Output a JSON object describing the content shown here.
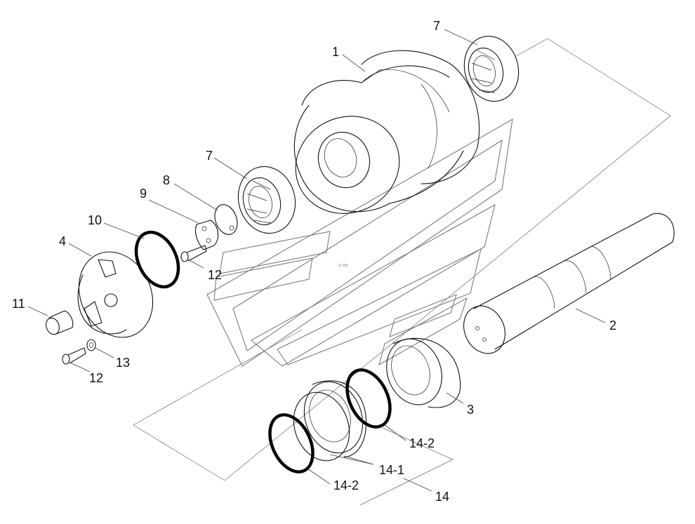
{
  "diagram": {
    "labels": {
      "l1": "1",
      "l2": "2",
      "l3": "3",
      "l4": "4",
      "l7a": "7",
      "l7b": "7",
      "l8": "8",
      "l9": "9",
      "l10": "10",
      "l11": "11",
      "l12a": "12",
      "l12b": "12",
      "l13": "13",
      "l14": "14",
      "l14_1": "14-1",
      "l14_2a": "14-2",
      "l14_2b": "14-2"
    }
  }
}
